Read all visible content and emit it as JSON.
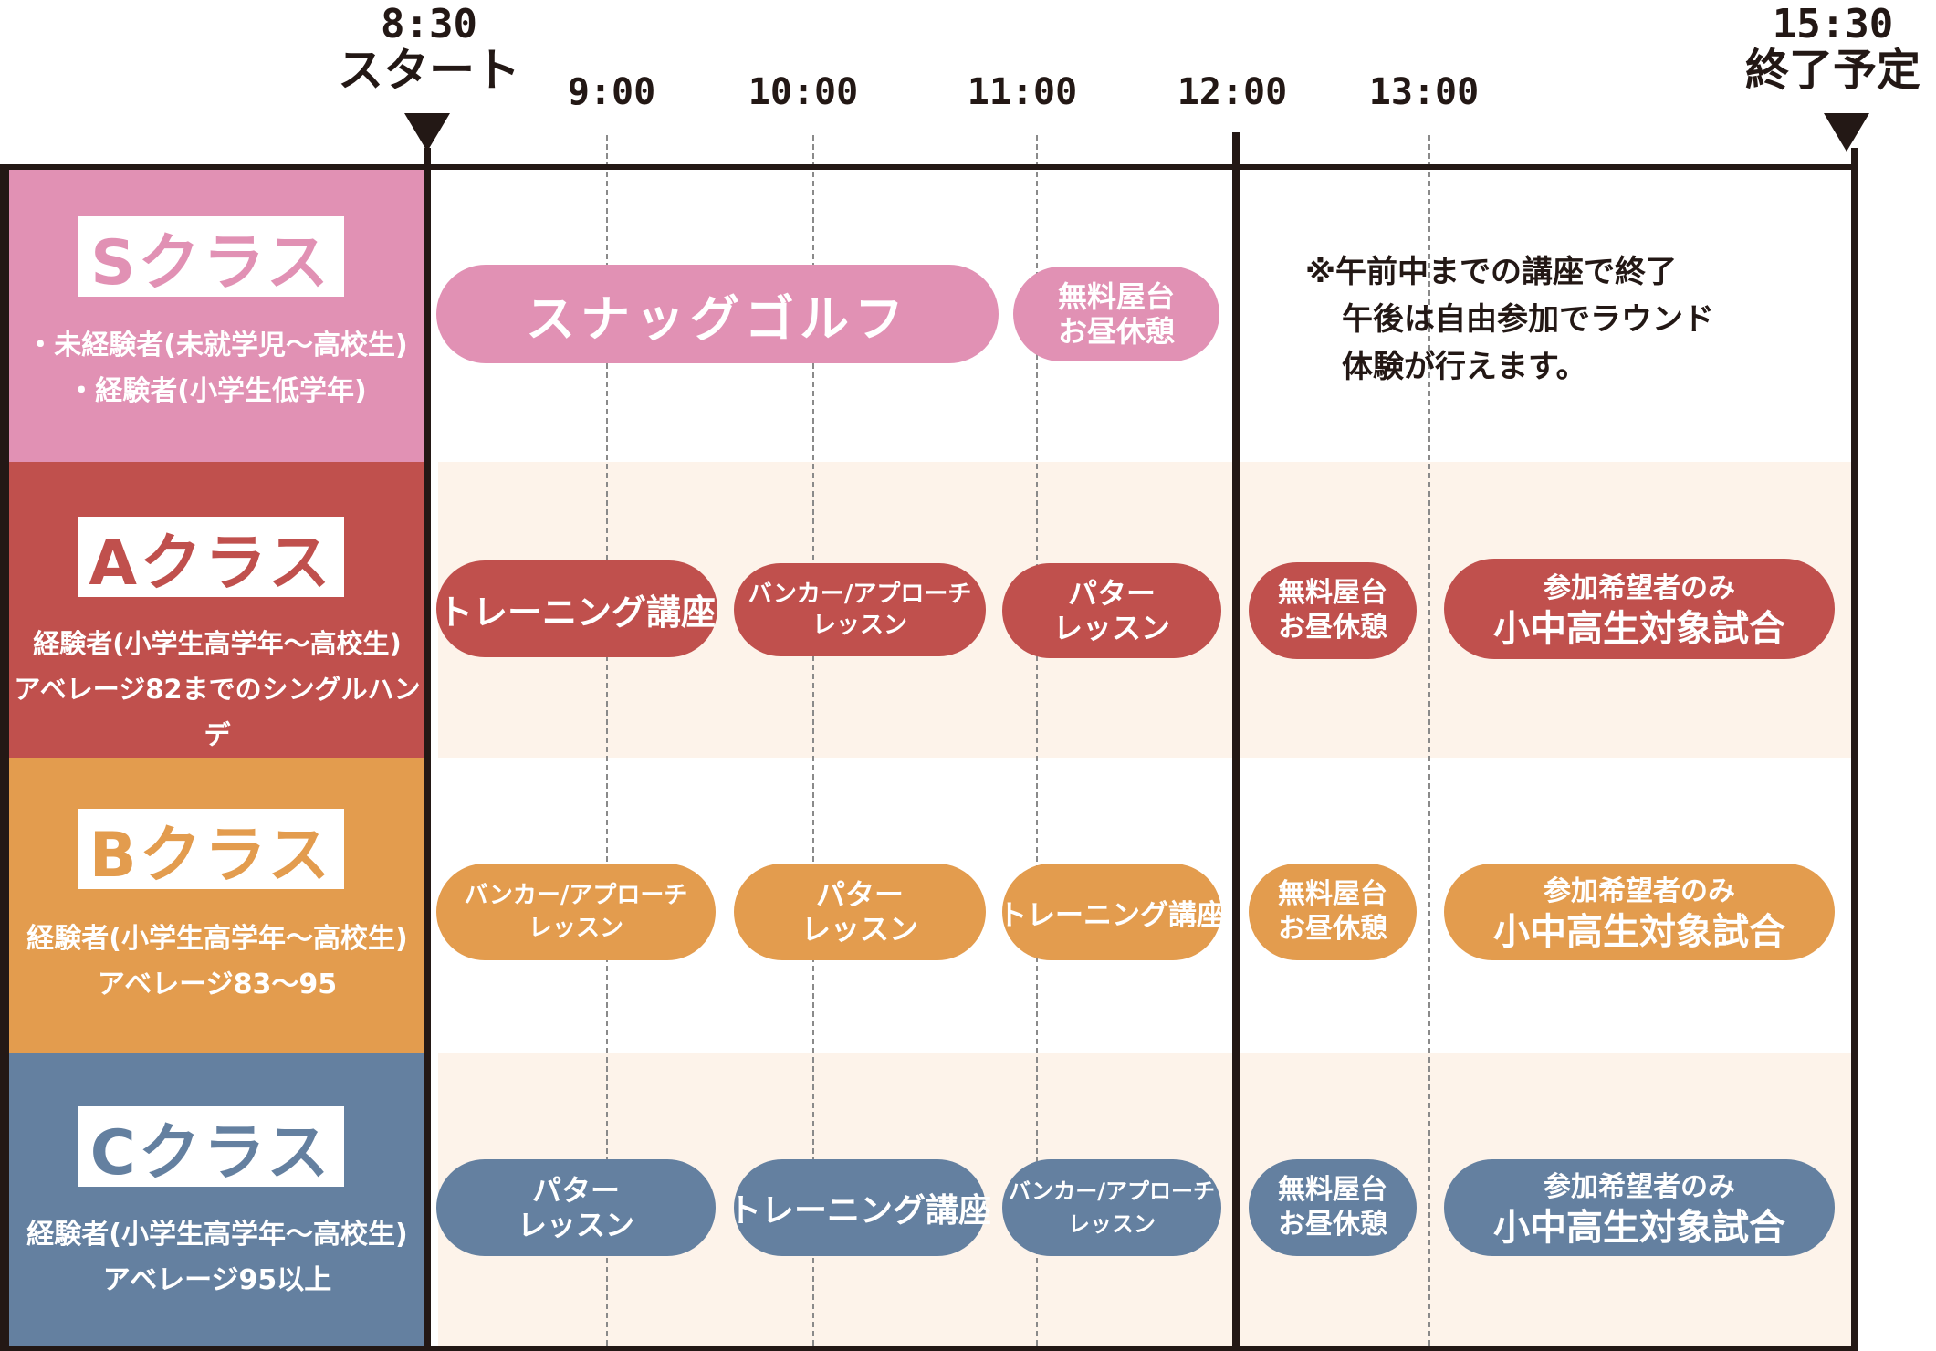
{
  "times": {
    "start": {
      "time": "8:30",
      "label": "スタート"
    },
    "t900": "9:00",
    "t1000": "10:00",
    "t1100": "11:00",
    "t1200": "12:00",
    "t1300": "13:00",
    "end": {
      "time": "15:30",
      "label": "終了予定"
    }
  },
  "colors": {
    "s": "#e191b4",
    "a": "#c0504d",
    "b": "#e39c4e",
    "c": "#6480a0",
    "frame": "#231815",
    "band": "#fdf3ea"
  },
  "classes": {
    "s": {
      "badge": "Sクラス",
      "desc": [
        "・未経験者(未就学児～高校生)",
        "・経験者(小学生低学年)"
      ]
    },
    "a": {
      "badge": "Aクラス",
      "desc": [
        "経験者(小学生高学年～高校生)",
        "アベレージ82までのシングルハンデ"
      ]
    },
    "b": {
      "badge": "Bクラス",
      "desc": [
        "経験者(小学生高学年～高校生)",
        "アベレージ83～95"
      ]
    },
    "c": {
      "badge": "Cクラス",
      "desc": [
        "経験者(小学生高学年～高校生)",
        "アベレージ95以上"
      ]
    }
  },
  "schedule": {
    "s": {
      "p1": [
        "スナッグゴルフ"
      ],
      "lunch": [
        "無料屋台",
        "お昼休憩"
      ]
    },
    "a": {
      "p1": [
        "トレーニング講座"
      ],
      "p2": [
        "バンカー/アプローチ",
        "レッスン"
      ],
      "p3": [
        "パター",
        "レッスン"
      ],
      "lunch": [
        "無料屋台",
        "お昼休憩"
      ],
      "match": [
        "参加希望者のみ",
        "小中高生対象試合"
      ]
    },
    "b": {
      "p1": [
        "バンカー/アプローチ",
        "レッスン"
      ],
      "p2": [
        "パター",
        "レッスン"
      ],
      "p3": [
        "トレーニング講座"
      ],
      "lunch": [
        "無料屋台",
        "お昼休憩"
      ],
      "match": [
        "参加希望者のみ",
        "小中高生対象試合"
      ]
    },
    "c": {
      "p1": [
        "パター",
        "レッスン"
      ],
      "p2": [
        "トレーニング講座"
      ],
      "p3": [
        "バンカー/アプローチ",
        "レッスン"
      ],
      "lunch": [
        "無料屋台",
        "お昼休憩"
      ],
      "match": [
        "参加希望者のみ",
        "小中高生対象試合"
      ]
    }
  },
  "note": [
    "※午前中までの講座で終了",
    "午後は自由参加でラウンド",
    "体験が行えます。"
  ]
}
